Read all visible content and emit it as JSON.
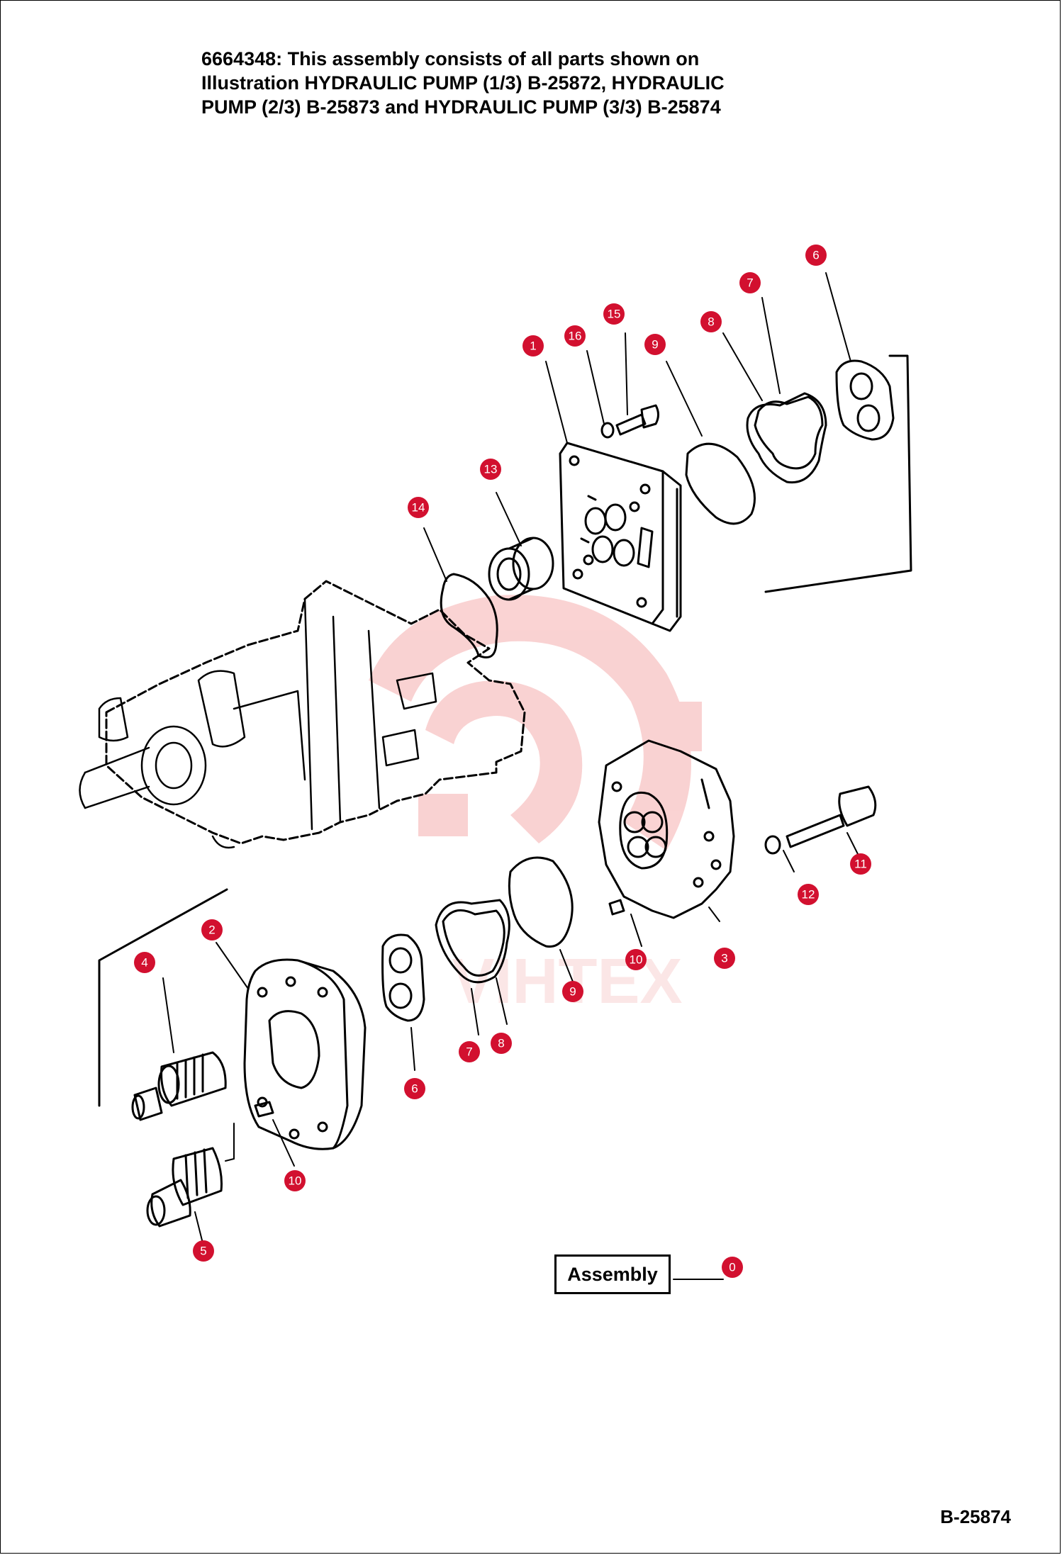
{
  "header": {
    "lines": [
      "6664348: This assembly consists of all parts shown on",
      "Illustration HYDRAULIC PUMP (1/3) B-25872, HYDRAULIC",
      "PUMP (2/3) B-25873 and HYDRAULIC PUMP (3/3) B-25874"
    ]
  },
  "assembly_label": "Assembly",
  "figure_id": "B-25874",
  "watermark": "VIHTEX",
  "callouts": [
    "0",
    "1",
    "2",
    "3",
    "4",
    "5",
    "6",
    "6",
    "7",
    "7",
    "8",
    "8",
    "9",
    "9",
    "10",
    "10",
    "11",
    "12",
    "13",
    "14",
    "15",
    "16"
  ],
  "colors": {
    "callout": "#d2102f",
    "watermark": "#f4b8b8",
    "line": "#000000"
  }
}
